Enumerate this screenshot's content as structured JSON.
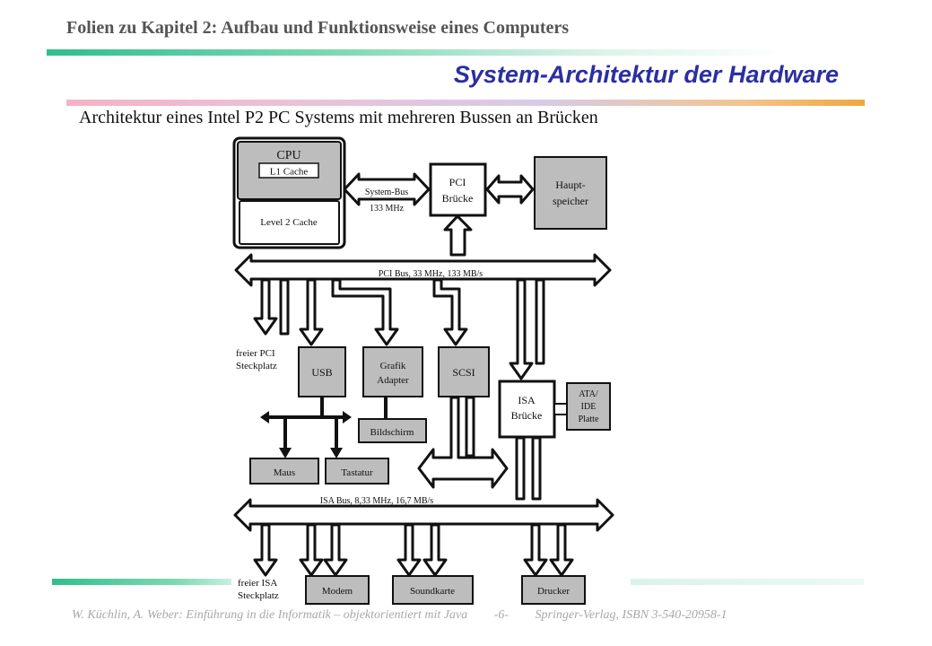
{
  "header": {
    "title": "Folien zu Kapitel 2: Aufbau und Funktionsweise eines Computers",
    "slide_title": "System-Architektur der Hardware"
  },
  "subtitle": "Architektur eines Intel P2 PC Systems mit mehreren Bussen an Brücken",
  "diagram": {
    "cpu": {
      "label": "CPU",
      "l1": "L1 Cache",
      "l2": "Level 2 Cache"
    },
    "system_bus": {
      "label": "System-Bus",
      "speed": "133 MHz"
    },
    "pci_bridge": {
      "line1": "PCI",
      "line2": "Brücke"
    },
    "main_memory": {
      "line1": "Haupt-",
      "line2": "speicher"
    },
    "pci_bus_label": "PCI Bus, 33 MHz, 133 MB/s",
    "free_pci_slot": {
      "line1": "freier PCI",
      "line2": "Steckplatz"
    },
    "usb": "USB",
    "graphics": {
      "line1": "Grafik",
      "line2": "Adapter"
    },
    "scsi": "SCSI",
    "isa_bridge": {
      "line1": "ISA",
      "line2": "Brücke"
    },
    "ata": {
      "line1": "ATA/",
      "line2": "IDE",
      "line3": "Platte"
    },
    "screen": "Bildschirm",
    "mouse": "Maus",
    "keyboard": "Tastatur",
    "isa_bus_label": "ISA Bus, 8,33 MHz, 16,7 MB/s",
    "free_isa_slot": {
      "line1": "freier ISA",
      "line2": "Steckplatz"
    },
    "modem": "Modem",
    "soundcard": "Soundkarte",
    "printer": "Drucker"
  },
  "footer": {
    "authors": "W. Küchlin, A. Weber: Einführung in die Informatik – objektorientiert mit Java",
    "page": "-6-",
    "publisher": "Springer-Verlag, ISBN 3-540-20958-1"
  },
  "colors": {
    "slide_title": "#2b2fa0",
    "header_text": "#555555",
    "component_fill": "#bdbdbd",
    "footer_text": "#a8a8a8"
  }
}
